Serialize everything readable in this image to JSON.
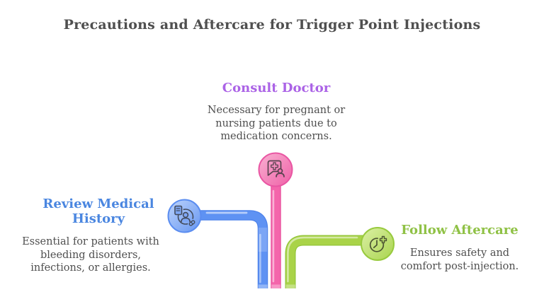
{
  "header": {
    "title": "Precautions and Aftercare for Trigger Point Injections",
    "title_color": "#4f4f4f"
  },
  "body_text_color": "#4f4f4f",
  "branches": [
    {
      "title": "Consult Doctor",
      "title_color": "#ab63e6",
      "description_lines": [
        "Necessary for pregnant or",
        "nursing patients due to",
        "medication concerns."
      ],
      "icon": "doctor-chat-plus-icon",
      "node_color": "#f173b0",
      "pipe_color": "#f564a9"
    },
    {
      "title_lines": [
        "Review Medical",
        "History"
      ],
      "title_color": "#4a86e0",
      "description_lines": [
        "Essential for patients with",
        "bleeding disorders,",
        "infections, or allergies."
      ],
      "icon": "medical-record-review-icon",
      "node_color": "#7ea7f5",
      "pipe_color": "#578af0"
    },
    {
      "title": "Follow Aftercare",
      "title_color": "#8fc145",
      "description_lines": [
        "Ensures safety and",
        "comfort post-injection."
      ],
      "icon": "clock-plus-icon",
      "node_color": "#b5dc60",
      "pipe_color": "#a7d145"
    }
  ]
}
